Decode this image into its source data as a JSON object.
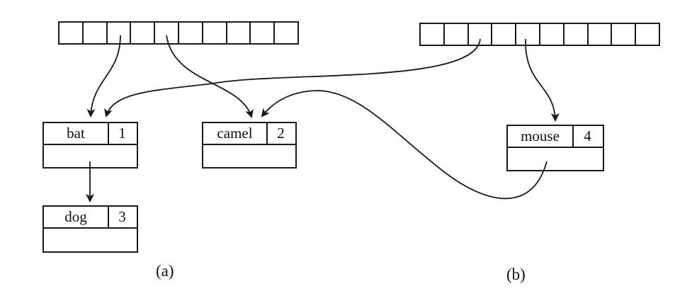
{
  "table_a": {
    "cells": 10
  },
  "table_b": {
    "cells": 10
  },
  "nodes": {
    "bat": {
      "key": "bat",
      "value": "1"
    },
    "camel": {
      "key": "camel",
      "value": "2"
    },
    "dog": {
      "key": "dog",
      "value": "3"
    },
    "mouse": {
      "key": "mouse",
      "value": "4"
    }
  },
  "captions": {
    "a": "(a)",
    "b": "(b)"
  },
  "colors": {
    "stroke": "#1a1a1a",
    "background": "#ffffff"
  }
}
